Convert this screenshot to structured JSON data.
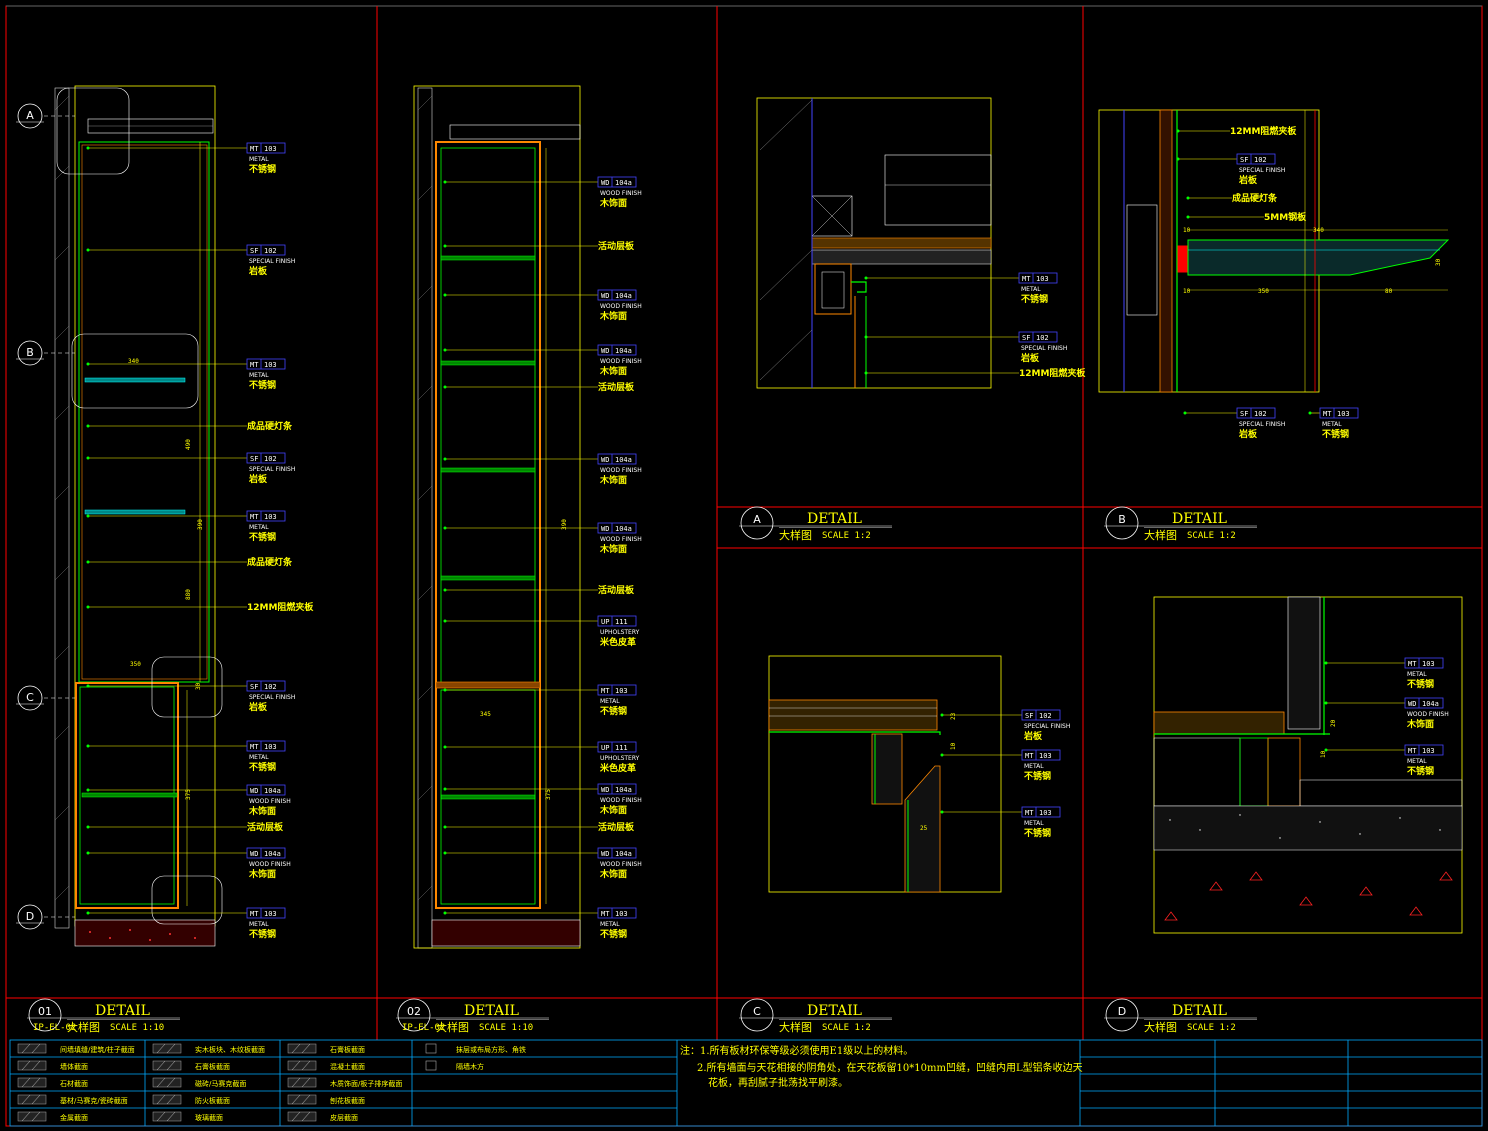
{
  "colors": {
    "background": "#000000",
    "frame": "#ff0000",
    "grid": "#ffff00",
    "table": "#00aaff",
    "text": "#ffff00",
    "wall": "#00ff00",
    "cabinet": "#ff8800"
  },
  "panels": {
    "p1": {
      "num": "01",
      "ref": "IP-EL-02",
      "title": "DETAIL",
      "subtitle": "大样图",
      "scale": "SCALE  1:10",
      "labels": [
        {
          "tag": "MT",
          "code": "103",
          "en": "METAL",
          "cn": "不锈钢"
        },
        {
          "tag": "SF",
          "code": "102",
          "en": "SPECIAL FINISH",
          "cn": "岩板"
        },
        {
          "tag": "MT",
          "code": "103",
          "en": "METAL",
          "cn": "不锈钢"
        },
        {
          "cn": "成品硬灯条"
        },
        {
          "tag": "SF",
          "code": "102",
          "en": "SPECIAL FINISH",
          "cn": "岩板"
        },
        {
          "tag": "MT",
          "code": "103",
          "en": "METAL",
          "cn": "不锈钢"
        },
        {
          "cn": "成品硬灯条"
        },
        {
          "cn": "12MM阻燃夹板"
        },
        {
          "tag": "SF",
          "code": "102",
          "en": "SPECIAL FINISH",
          "cn": "岩板"
        },
        {
          "tag": "MT",
          "code": "103",
          "en": "METAL",
          "cn": "不锈钢"
        },
        {
          "tag": "WD",
          "code": "104a",
          "en": "WOOD FINISH",
          "cn": "木饰面"
        },
        {
          "cn": "活动层板"
        },
        {
          "tag": "WD",
          "code": "104a",
          "en": "WOOD FINISH",
          "cn": "木饰面"
        },
        {
          "tag": "MT",
          "code": "103",
          "en": "METAL",
          "cn": "不锈钢"
        }
      ],
      "dims": [
        "340",
        "350",
        "30",
        "375",
        "880",
        "390",
        "490"
      ]
    },
    "p2": {
      "num": "02",
      "ref": "IP-EL-02",
      "title": "DETAIL",
      "subtitle": "大样图",
      "scale": "SCALE  1:10",
      "labels": [
        {
          "tag": "WD",
          "code": "104a",
          "en": "WOOD FINISH",
          "cn": "木饰面"
        },
        {
          "cn": "活动层板"
        },
        {
          "tag": "WD",
          "code": "104a",
          "en": "WOOD FINISH",
          "cn": "木饰面"
        },
        {
          "tag": "WD",
          "code": "104a",
          "en": "WOOD FINISH",
          "cn": "木饰面"
        },
        {
          "cn": "活动层板"
        },
        {
          "tag": "WD",
          "code": "104a",
          "en": "WOOD FINISH",
          "cn": "木饰面"
        },
        {
          "tag": "WD",
          "code": "104a",
          "en": "WOOD FINISH",
          "cn": "木饰面"
        },
        {
          "cn": "活动层板"
        },
        {
          "tag": "UP",
          "code": "111",
          "en": "UPHOLSTERY",
          "cn": "米色皮革"
        },
        {
          "tag": "MT",
          "code": "103",
          "en": "METAL",
          "cn": "不锈钢"
        },
        {
          "tag": "UP",
          "code": "111",
          "en": "UPHOLSTERY",
          "cn": "米色皮革"
        },
        {
          "tag": "WD",
          "code": "104a",
          "en": "WOOD FINISH",
          "cn": "木饰面"
        },
        {
          "cn": "活动层板"
        },
        {
          "tag": "WD",
          "code": "104a",
          "en": "WOOD FINISH",
          "cn": "木饰面"
        },
        {
          "tag": "MT",
          "code": "103",
          "en": "METAL",
          "cn": "不锈钢"
        }
      ],
      "dims": [
        "345",
        "375",
        "390"
      ]
    },
    "pA": {
      "num": "A",
      "title": "DETAIL",
      "subtitle": "大样图",
      "scale": "SCALE  1:2",
      "labels": [
        {
          "tag": "MT",
          "code": "103",
          "en": "METAL",
          "cn": "不锈钢"
        },
        {
          "tag": "SF",
          "code": "102",
          "en": "SPECIAL FINISH",
          "cn": "岩板"
        },
        {
          "cn": "12MM阻燃夹板"
        }
      ]
    },
    "pB": {
      "num": "B",
      "title": "DETAIL",
      "subtitle": "大样图",
      "scale": "SCALE  1:2",
      "labels": [
        {
          "cn": "12MM阻燃夹板"
        },
        {
          "tag": "SF",
          "code": "102",
          "en": "SPECIAL FINISH",
          "cn": "岩板"
        },
        {
          "cn": "成品硬灯条"
        },
        {
          "cn": "5MM钢板"
        },
        {
          "tag": "SF",
          "code": "102",
          "en": "SPECIAL FINISH",
          "cn": "岩板"
        },
        {
          "tag": "MT",
          "code": "103",
          "en": "METAL",
          "cn": "不锈钢"
        }
      ],
      "dims": [
        "340",
        "350",
        "80",
        "10",
        "10",
        "30"
      ]
    },
    "pC": {
      "num": "C",
      "title": "DETAIL",
      "subtitle": "大样图",
      "scale": "SCALE  1:2",
      "labels": [
        {
          "tag": "SF",
          "code": "102",
          "en": "SPECIAL FINISH",
          "cn": "岩板"
        },
        {
          "tag": "MT",
          "code": "103",
          "en": "METAL",
          "cn": "不锈钢"
        },
        {
          "tag": "MT",
          "code": "103",
          "en": "METAL",
          "cn": "不锈钢"
        }
      ],
      "dims": [
        "23",
        "10",
        "25"
      ]
    },
    "pD": {
      "num": "D",
      "title": "DETAIL",
      "subtitle": "大样图",
      "scale": "SCALE  1:2",
      "labels": [
        {
          "tag": "MT",
          "code": "103",
          "en": "METAL",
          "cn": "不锈钢"
        },
        {
          "tag": "WD",
          "code": "104a",
          "en": "WOOD FINISH",
          "cn": "木饰面"
        },
        {
          "tag": "MT",
          "code": "103",
          "en": "METAL",
          "cn": "不锈钢"
        }
      ],
      "dims": [
        "20",
        "10"
      ]
    }
  },
  "grid_markers": [
    "A",
    "B",
    "C",
    "D"
  ],
  "legend": [
    "间墙填缝/建筑/柱子截面",
    "实木板块、木纹板截面",
    "石膏板截面",
    "墙体截面",
    "石膏板截面",
    "混凝土截面",
    "石材截面",
    "磁砖/马赛克截面",
    "木质饰面/板子排序截面",
    "基材/马赛克/瓷砖截面",
    "防火板截面",
    "刨花板截面",
    "金属截面",
    "玻璃截面",
    "皮层截面",
    "抹层或布局方形、角铁",
    "隔墙木方"
  ],
  "notes": [
    "注：1.所有板材环保等级必须使用E1级以上的材料。",
    "2.所有墙面与天花相接的阴角处，在天花板留10*10mm凹缝，凹缝内用L型铝条收边天",
    "花板，再刮腻子批荡找平刷漆。"
  ]
}
